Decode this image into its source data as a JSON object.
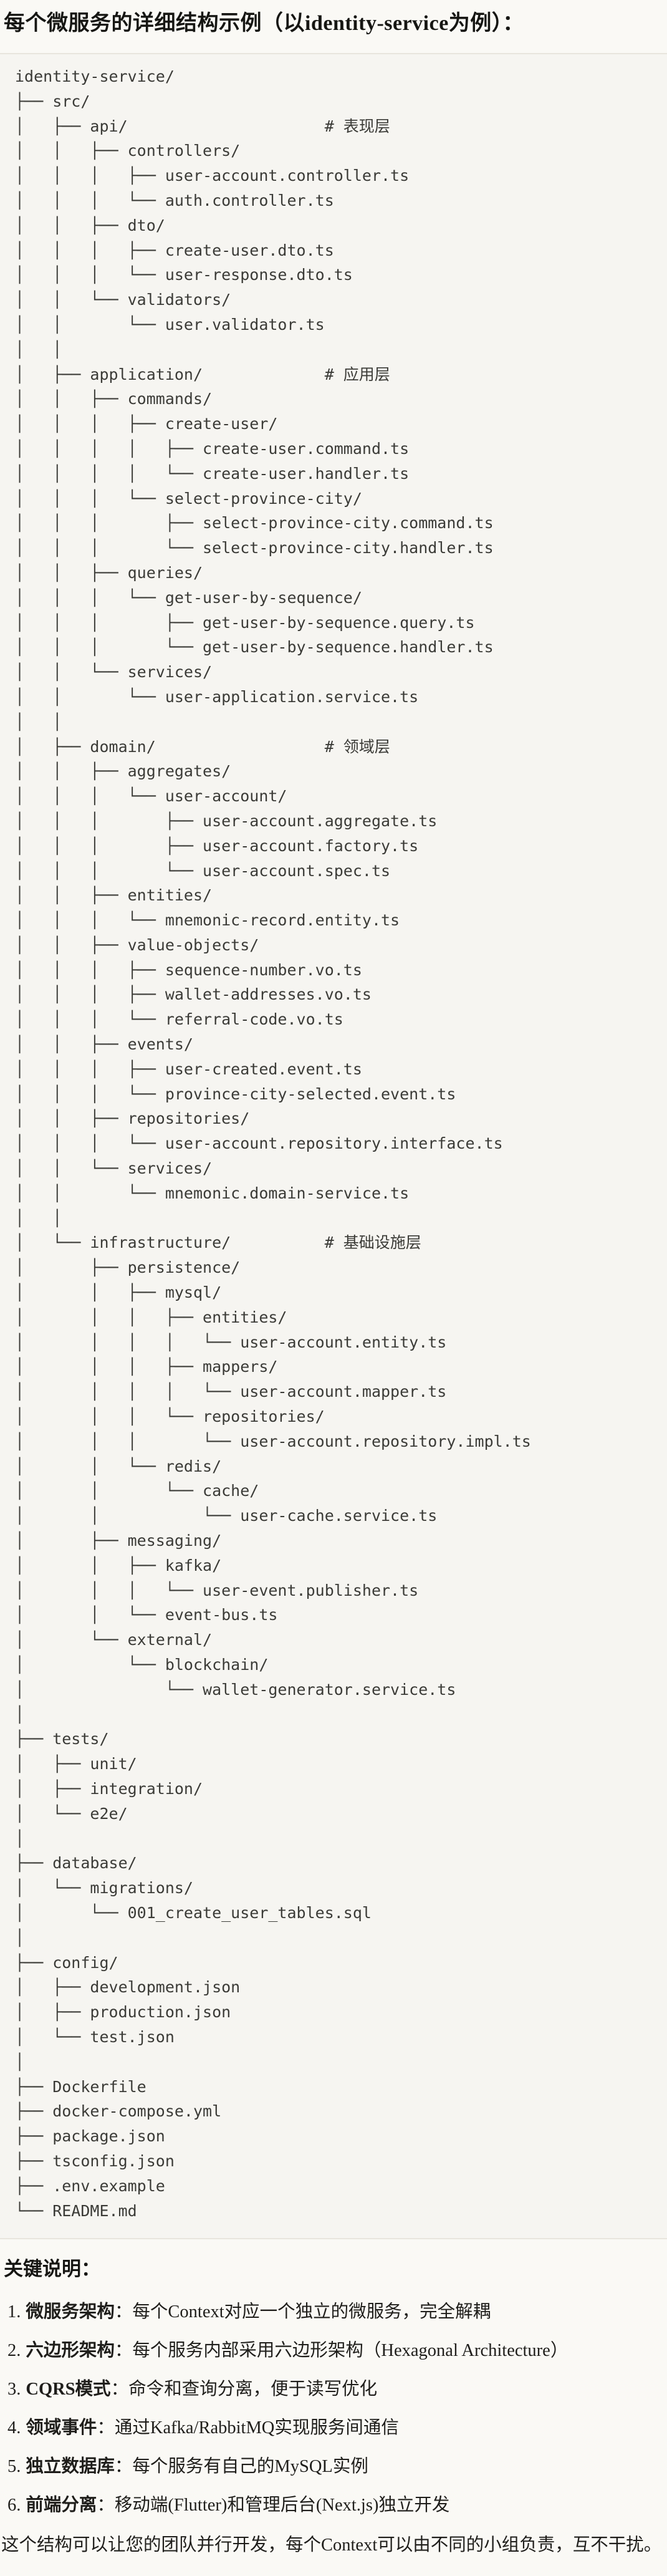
{
  "page": {
    "title": "每个微服务的详细结构示例（以identity-service为例）：",
    "notes_heading": "关键说明：",
    "closing": "这个结构可以让您的团队并行开发，每个Context可以由不同的小组负责，互不干扰。"
  },
  "colors": {
    "page_background": "#FAF9F5",
    "code_background": "#F6F5F1",
    "code_border": "#E8E5DD",
    "tree_text": "#3B3B37",
    "heading_text": "#161613",
    "body_text": "#1F1E1B"
  },
  "tree": {
    "lines": [
      "identity-service/",
      "├── src/",
      "│   ├── api/                     # 表现层",
      "│   │   ├── controllers/",
      "│   │   │   ├── user-account.controller.ts",
      "│   │   │   └── auth.controller.ts",
      "│   │   ├── dto/",
      "│   │   │   ├── create-user.dto.ts",
      "│   │   │   └── user-response.dto.ts",
      "│   │   └── validators/",
      "│   │       └── user.validator.ts",
      "│   │",
      "│   ├── application/             # 应用层",
      "│   │   ├── commands/",
      "│   │   │   ├── create-user/",
      "│   │   │   │   ├── create-user.command.ts",
      "│   │   │   │   └── create-user.handler.ts",
      "│   │   │   └── select-province-city/",
      "│   │   │       ├── select-province-city.command.ts",
      "│   │   │       └── select-province-city.handler.ts",
      "│   │   ├── queries/",
      "│   │   │   └── get-user-by-sequence/",
      "│   │   │       ├── get-user-by-sequence.query.ts",
      "│   │   │       └── get-user-by-sequence.handler.ts",
      "│   │   └── services/",
      "│   │       └── user-application.service.ts",
      "│   │",
      "│   ├── domain/                  # 领域层",
      "│   │   ├── aggregates/",
      "│   │   │   └── user-account/",
      "│   │   │       ├── user-account.aggregate.ts",
      "│   │   │       ├── user-account.factory.ts",
      "│   │   │       └── user-account.spec.ts",
      "│   │   ├── entities/",
      "│   │   │   └── mnemonic-record.entity.ts",
      "│   │   ├── value-objects/",
      "│   │   │   ├── sequence-number.vo.ts",
      "│   │   │   ├── wallet-addresses.vo.ts",
      "│   │   │   └── referral-code.vo.ts",
      "│   │   ├── events/",
      "│   │   │   ├── user-created.event.ts",
      "│   │   │   └── province-city-selected.event.ts",
      "│   │   ├── repositories/",
      "│   │   │   └── user-account.repository.interface.ts",
      "│   │   └── services/",
      "│   │       └── mnemonic.domain-service.ts",
      "│   │",
      "│   └── infrastructure/          # 基础设施层",
      "│       ├── persistence/",
      "│       │   ├── mysql/",
      "│       │   │   ├── entities/",
      "│       │   │   │   └── user-account.entity.ts",
      "│       │   │   ├── mappers/",
      "│       │   │   │   └── user-account.mapper.ts",
      "│       │   │   └── repositories/",
      "│       │   │       └── user-account.repository.impl.ts",
      "│       │   └── redis/",
      "│       │       └── cache/",
      "│       │           └── user-cache.service.ts",
      "│       ├── messaging/",
      "│       │   ├── kafka/",
      "│       │   │   └── user-event.publisher.ts",
      "│       │   └── event-bus.ts",
      "│       └── external/",
      "│           └── blockchain/",
      "│               └── wallet-generator.service.ts",
      "│",
      "├── tests/",
      "│   ├── unit/",
      "│   ├── integration/",
      "│   └── e2e/",
      "│",
      "├── database/",
      "│   └── migrations/",
      "│       └── 001_create_user_tables.sql",
      "│",
      "├── config/",
      "│   ├── development.json",
      "│   ├── production.json",
      "│   └── test.json",
      "│",
      "├── Dockerfile",
      "├── docker-compose.yml",
      "├── package.json",
      "├── tsconfig.json",
      "├── .env.example",
      "└── README.md"
    ]
  },
  "notes": {
    "items": [
      {
        "num": "1.",
        "label": "微服务架构",
        "sep": "：",
        "text": "每个Context对应一个独立的微服务，完全解耦"
      },
      {
        "num": "2.",
        "label": "六边形架构",
        "sep": "：",
        "text": "每个服务内部采用六边形架构（Hexagonal Architecture）"
      },
      {
        "num": "3.",
        "label": "CQRS模式",
        "sep": "：",
        "text": "命令和查询分离，便于读写优化"
      },
      {
        "num": "4.",
        "label": "领域事件",
        "sep": "：",
        "text": "通过Kafka/RabbitMQ实现服务间通信"
      },
      {
        "num": "5.",
        "label": "独立数据库",
        "sep": "：",
        "text": "每个服务有自己的MySQL实例"
      },
      {
        "num": "6.",
        "label": "前端分离",
        "sep": "：",
        "text": "移动端(Flutter)和管理后台(Next.js)独立开发"
      }
    ]
  }
}
